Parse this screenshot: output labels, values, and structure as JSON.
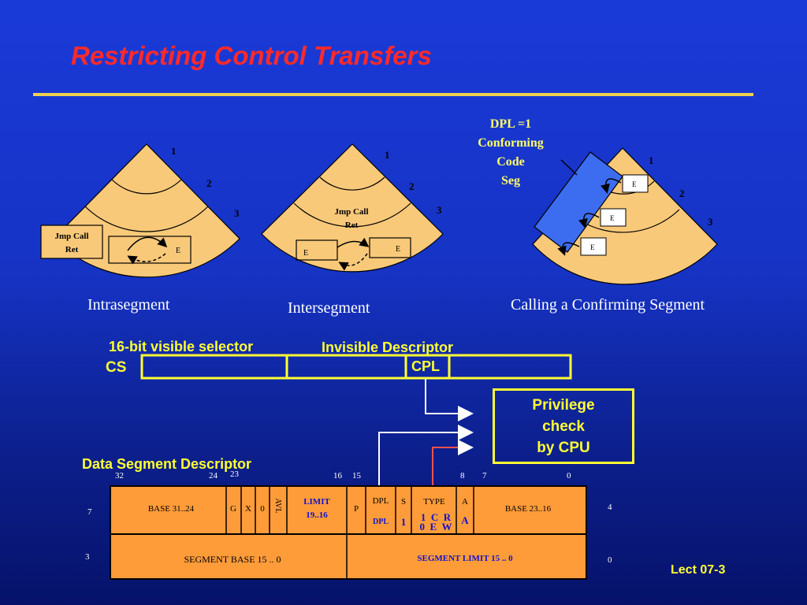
{
  "title": "Restricting Control Transfers",
  "diagrams": {
    "intrasegment": {
      "rings": [
        "1",
        "2",
        "3"
      ],
      "label_box": [
        "Jmp Call",
        "Ret"
      ],
      "entry": "E",
      "caption": "Intrasegment"
    },
    "intersegment": {
      "rings": [
        "1",
        "2",
        "3"
      ],
      "label": [
        "Jmp Call",
        "Ret"
      ],
      "entry_left": "E",
      "entry_right": "E",
      "caption": "Intersegment"
    },
    "conforming": {
      "rings": [
        "1",
        "2",
        "3"
      ],
      "entries": [
        "E",
        "E",
        "E"
      ],
      "note": [
        "DPL =1",
        "Conforming",
        "Code",
        "Seg"
      ],
      "caption": "Calling a Confirming Segment"
    }
  },
  "register": {
    "selector_label": "16-bit visible selector",
    "descriptor_label": "Invisible Descriptor",
    "name": "CS",
    "cpl": "CPL"
  },
  "privilege_box": [
    "Privilege",
    "check",
    "by CPU"
  ],
  "descriptor": {
    "heading": "Data Segment Descriptor",
    "bits": {
      "b32": "32",
      "b24": "24",
      "b23": "23",
      "b16": "16",
      "b15": "15",
      "b8": "8",
      "b7": "7",
      "b0": "0"
    },
    "row_nums": {
      "r7": "7",
      "r4": "4",
      "r3": "3",
      "r0": "0"
    },
    "base_31_24": "BASE 31..24",
    "g": "G",
    "x": "X",
    "zero": "0",
    "avl": "AVL",
    "limit_label": "LIMIT",
    "limit_bits": "19..16",
    "p": "P",
    "dpl": "DPL",
    "dpl_blue": "DPL",
    "s": "S",
    "s_value": "1",
    "type": "TYPE",
    "type_bits_a": "1  C  R",
    "type_bits_b": "0  E  W",
    "a": "A",
    "a_blue": "A",
    "base_23_16": "BASE 23..16",
    "segment_base": "SEGMENT BASE 15 .. 0",
    "segment_limit": "SEGMENT LIMIT 15 .. 0"
  },
  "footer": "Lect 07-3",
  "colors": {
    "background": "#1633c4",
    "title": "#ff2a2a",
    "rule": "#f0d050",
    "wedge": "#f9c97a",
    "descriptor_fill": "#ff9c3a",
    "highlight_yellow": "#ffff33",
    "conforming_bar": "#3c6cf0",
    "arrow_red": "#ff5050"
  }
}
